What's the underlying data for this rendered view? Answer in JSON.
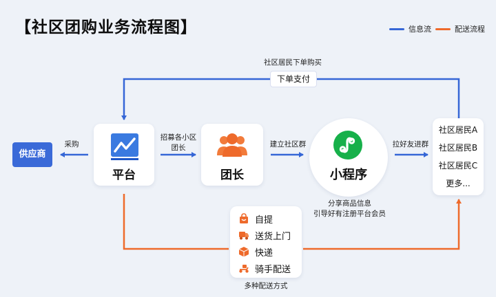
{
  "title": "【社区团购业务流程图】",
  "legend": {
    "info_flow": "信息流",
    "delivery_flow": "配送流程"
  },
  "colors": {
    "info": "#3566d6",
    "delivery": "#ee6a2b",
    "supplier_bg": "#3a6ad8"
  },
  "nodes": {
    "supplier": "供应商",
    "platform": "平台",
    "leader": "团长",
    "miniprogram": "小程序",
    "residents": [
      "社区居民A",
      "社区居民B",
      "社区居民C",
      "更多..."
    ]
  },
  "edges": {
    "purchase": "采购",
    "recruit": [
      "招募各小区",
      "团长"
    ],
    "build_group": "建立社区群",
    "invite": "拉好友进群",
    "top_label": "社区居民下单购买",
    "pay_box": "下单支付",
    "share": [
      "分享商品信息",
      "引导好有注册平台会员"
    ]
  },
  "delivery": {
    "methods": [
      {
        "label": "自提",
        "icon": "shopping-bag-icon"
      },
      {
        "label": "送货上门",
        "icon": "delivery-truck-icon"
      },
      {
        "label": "快递",
        "icon": "parcel-box-icon"
      },
      {
        "label": "骑手配送",
        "icon": "scooter-icon"
      }
    ],
    "caption": "多种配送方式"
  }
}
